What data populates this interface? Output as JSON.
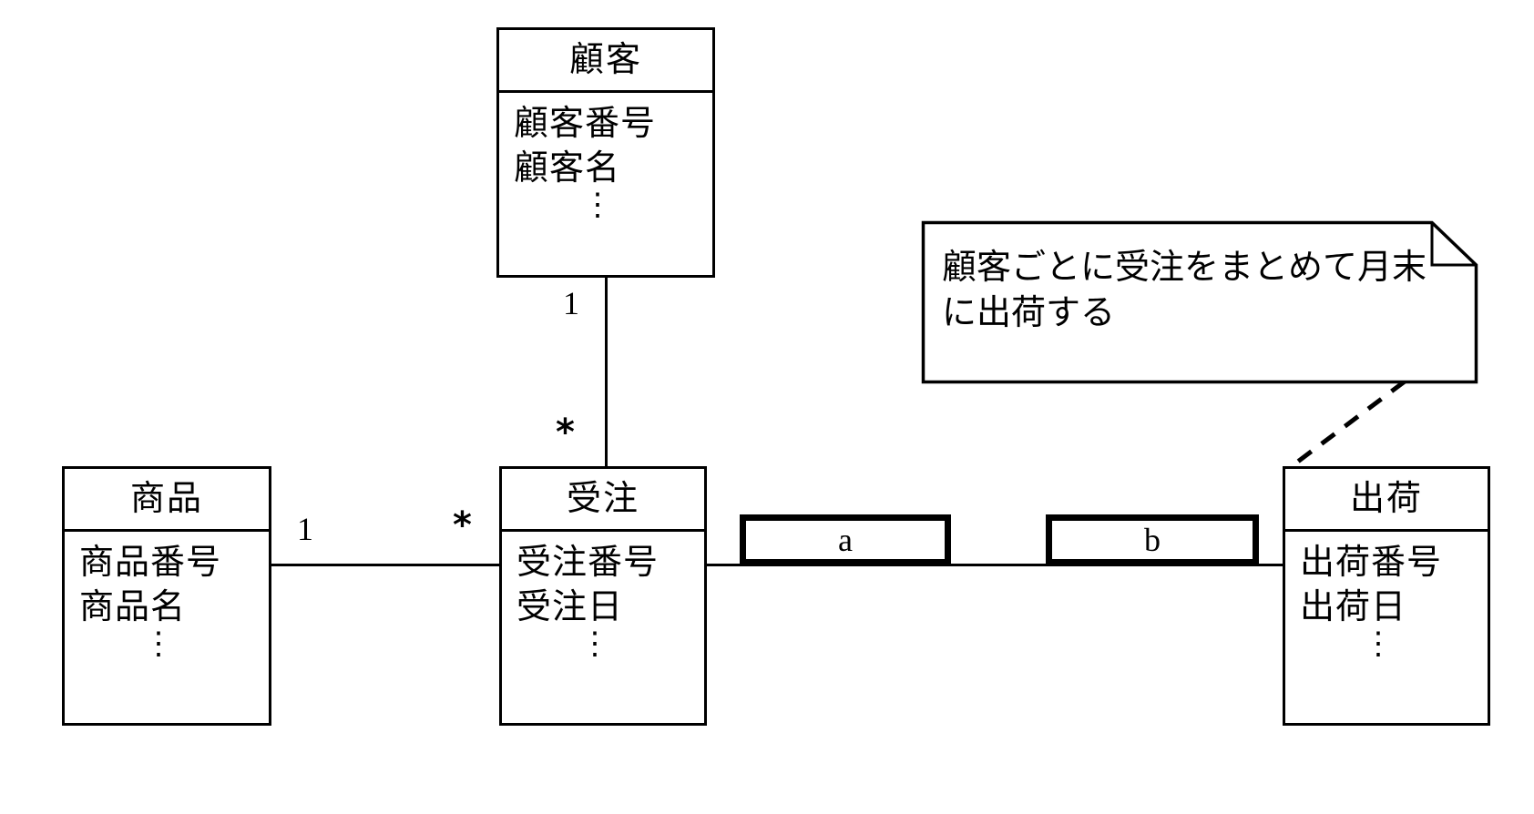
{
  "diagram": {
    "title": "UML class diagram (Japanese) - 顧客 / 受注 / 商品 / 出荷",
    "type": "uml-class-diagram",
    "colors": {
      "stroke": "#000000",
      "background": "#ffffff"
    }
  },
  "classes": {
    "customer": {
      "name": "顧客",
      "attributes": [
        "顧客番号",
        "顧客名"
      ],
      "ellipsis": "⋮"
    },
    "order": {
      "name": "受注",
      "attributes": [
        "受注番号",
        "受注日"
      ],
      "ellipsis": "⋮"
    },
    "product": {
      "name": "商品",
      "attributes": [
        "商品番号",
        "商品名"
      ],
      "ellipsis": "⋮"
    },
    "shipment": {
      "name": "出荷",
      "attributes": [
        "出荷番号",
        "出荷日"
      ],
      "ellipsis": "⋮"
    }
  },
  "note": {
    "text": "顧客ごとに受注をまとめて月末に出荷する"
  },
  "answer_boxes": [
    {
      "id": "a",
      "label": "a"
    },
    {
      "id": "b",
      "label": "b"
    }
  ],
  "multiplicities": {
    "customer_side": "1",
    "order_to_customer": "*",
    "product_side": "1",
    "order_to_product": "*"
  }
}
